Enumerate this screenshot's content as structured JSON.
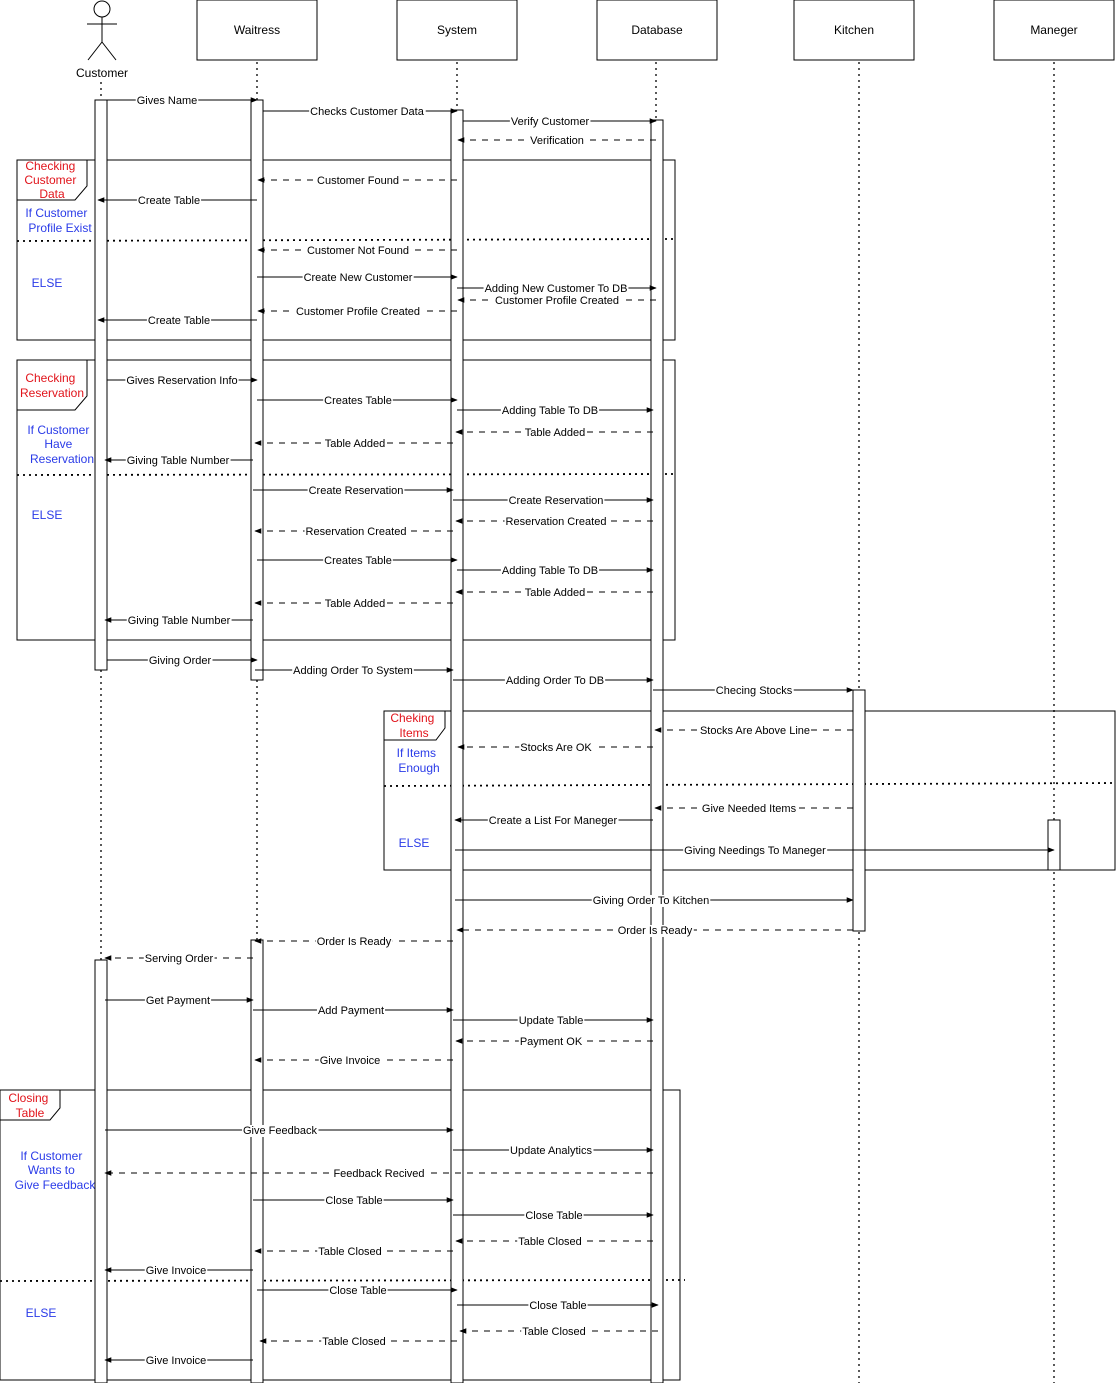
{
  "participants": [
    {
      "id": "customer",
      "label": "Customer",
      "kind": "actor"
    },
    {
      "id": "waitress",
      "label": "Waitress",
      "kind": "box"
    },
    {
      "id": "system",
      "label": "System",
      "kind": "box"
    },
    {
      "id": "database",
      "label": "Database",
      "kind": "box"
    },
    {
      "id": "kitchen",
      "label": "Kitchen",
      "kind": "box"
    },
    {
      "id": "maneger",
      "label": "Maneger",
      "kind": "box"
    }
  ],
  "fragments": [
    {
      "title": [
        "Checking",
        "Customer",
        "Data"
      ],
      "guards": [
        [
          "If Customer",
          "Profile Exist"
        ],
        [
          "ELSE"
        ]
      ]
    },
    {
      "title": [
        "Checking",
        "Reservation"
      ],
      "guards": [
        [
          "If Customer",
          "Have",
          "Reservation"
        ],
        [
          "ELSE"
        ]
      ]
    },
    {
      "title": [
        "Cheking",
        "Items"
      ],
      "guards": [
        [
          "If Items",
          "Enough"
        ],
        [
          "ELSE"
        ]
      ]
    },
    {
      "title": [
        "Closing",
        "Table"
      ],
      "guards": [
        [
          "If Customer",
          "Wants to",
          "Give Feedback"
        ],
        [
          "ELSE"
        ]
      ]
    }
  ],
  "messages": [
    {
      "from": "customer",
      "to": "waitress",
      "label": "Gives Name",
      "kind": "sync"
    },
    {
      "from": "waitress",
      "to": "system",
      "label": "Checks Customer Data",
      "kind": "sync"
    },
    {
      "from": "system",
      "to": "database",
      "label": "Verify Customer",
      "kind": "sync"
    },
    {
      "from": "database",
      "to": "system",
      "label": "Verification",
      "kind": "reply"
    },
    {
      "from": "system",
      "to": "waitress",
      "label": "Customer Found",
      "kind": "reply"
    },
    {
      "from": "waitress",
      "to": "customer",
      "label": "Create Table",
      "kind": "sync"
    },
    {
      "from": "system",
      "to": "waitress",
      "label": "Customer Not Found",
      "kind": "reply"
    },
    {
      "from": "waitress",
      "to": "system",
      "label": "Create New Customer",
      "kind": "sync"
    },
    {
      "from": "system",
      "to": "database",
      "label": "Adding New Customer To DB",
      "kind": "sync"
    },
    {
      "from": "database",
      "to": "system",
      "label": "Customer Profile Created",
      "kind": "reply"
    },
    {
      "from": "system",
      "to": "waitress",
      "label": "Customer Profile Created",
      "kind": "reply"
    },
    {
      "from": "waitress",
      "to": "customer",
      "label": "Create Table",
      "kind": "sync"
    },
    {
      "from": "customer",
      "to": "waitress",
      "label": "Gives Reservation Info",
      "kind": "sync"
    },
    {
      "from": "waitress",
      "to": "system",
      "label": "Creates Table",
      "kind": "sync"
    },
    {
      "from": "system",
      "to": "database",
      "label": "Adding Table To DB",
      "kind": "sync"
    },
    {
      "from": "database",
      "to": "system",
      "label": "Table Added",
      "kind": "reply"
    },
    {
      "from": "system",
      "to": "waitress",
      "label": "Table Added",
      "kind": "reply"
    },
    {
      "from": "waitress",
      "to": "customer",
      "label": "Giving Table Number",
      "kind": "sync"
    },
    {
      "from": "waitress",
      "to": "system",
      "label": "Create Reservation",
      "kind": "sync"
    },
    {
      "from": "system",
      "to": "database",
      "label": "Create Reservation",
      "kind": "sync"
    },
    {
      "from": "database",
      "to": "system",
      "label": "Reservation Created",
      "kind": "reply"
    },
    {
      "from": "system",
      "to": "waitress",
      "label": "Reservation Created",
      "kind": "reply"
    },
    {
      "from": "waitress",
      "to": "system",
      "label": "Creates Table",
      "kind": "sync"
    },
    {
      "from": "system",
      "to": "database",
      "label": "Adding Table To DB",
      "kind": "sync"
    },
    {
      "from": "database",
      "to": "system",
      "label": "Table Added",
      "kind": "reply"
    },
    {
      "from": "system",
      "to": "waitress",
      "label": "Table Added",
      "kind": "reply"
    },
    {
      "from": "waitress",
      "to": "customer",
      "label": "Giving Table Number",
      "kind": "sync"
    },
    {
      "from": "customer",
      "to": "waitress",
      "label": "Giving Order",
      "kind": "sync"
    },
    {
      "from": "waitress",
      "to": "system",
      "label": "Adding Order To System",
      "kind": "sync"
    },
    {
      "from": "system",
      "to": "database",
      "label": "Adding Order To DB",
      "kind": "sync"
    },
    {
      "from": "database",
      "to": "kitchen",
      "label": "Checing Stocks",
      "kind": "sync"
    },
    {
      "from": "kitchen",
      "to": "database",
      "label": "Stocks Are Above Line",
      "kind": "reply"
    },
    {
      "from": "database",
      "to": "system",
      "label": "Stocks Are OK",
      "kind": "reply"
    },
    {
      "from": "kitchen",
      "to": "database",
      "label": "Give Needed Items",
      "kind": "reply"
    },
    {
      "from": "database",
      "to": "system",
      "label": "Create a List For Maneger",
      "kind": "sync"
    },
    {
      "from": "system",
      "to": "maneger",
      "label": "Giving Needings To Maneger",
      "kind": "sync"
    },
    {
      "from": "system",
      "to": "kitchen",
      "label": "Giving Order To Kitchen",
      "kind": "sync"
    },
    {
      "from": "kitchen",
      "to": "system",
      "label": "Order Is Ready",
      "kind": "reply"
    },
    {
      "from": "system",
      "to": "waitress",
      "label": "Order Is Ready",
      "kind": "reply"
    },
    {
      "from": "waitress",
      "to": "customer",
      "label": "Serving Order",
      "kind": "reply"
    },
    {
      "from": "customer",
      "to": "waitress",
      "label": "Get Payment",
      "kind": "sync"
    },
    {
      "from": "waitress",
      "to": "system",
      "label": "Add Payment",
      "kind": "sync"
    },
    {
      "from": "system",
      "to": "database",
      "label": "Update Table",
      "kind": "sync"
    },
    {
      "from": "database",
      "to": "system",
      "label": "Payment OK",
      "kind": "reply"
    },
    {
      "from": "system",
      "to": "waitress",
      "label": "Give Invoice",
      "kind": "reply"
    },
    {
      "from": "customer",
      "to": "system",
      "label": "Give Feedback",
      "kind": "sync"
    },
    {
      "from": "system",
      "to": "database",
      "label": "Update Analytics",
      "kind": "sync"
    },
    {
      "from": "database",
      "to": "customer",
      "label": "Feedback Recived",
      "kind": "reply"
    },
    {
      "from": "waitress",
      "to": "system",
      "label": "Close Table",
      "kind": "sync"
    },
    {
      "from": "system",
      "to": "database",
      "label": "Close Table",
      "kind": "sync"
    },
    {
      "from": "database",
      "to": "system",
      "label": "Table Closed",
      "kind": "reply"
    },
    {
      "from": "system",
      "to": "waitress",
      "label": "Table Closed",
      "kind": "reply"
    },
    {
      "from": "waitress",
      "to": "customer",
      "label": "Give Invoice",
      "kind": "sync"
    },
    {
      "from": "waitress",
      "to": "system",
      "label": "Close Table",
      "kind": "sync"
    },
    {
      "from": "system",
      "to": "database",
      "label": "Close Table",
      "kind": "sync"
    },
    {
      "from": "database",
      "to": "system",
      "label": "Table Closed",
      "kind": "reply"
    },
    {
      "from": "system",
      "to": "waitress",
      "label": "Table Closed",
      "kind": "reply"
    },
    {
      "from": "waitress",
      "to": "customer",
      "label": "Give Invoice",
      "kind": "sync"
    }
  ]
}
